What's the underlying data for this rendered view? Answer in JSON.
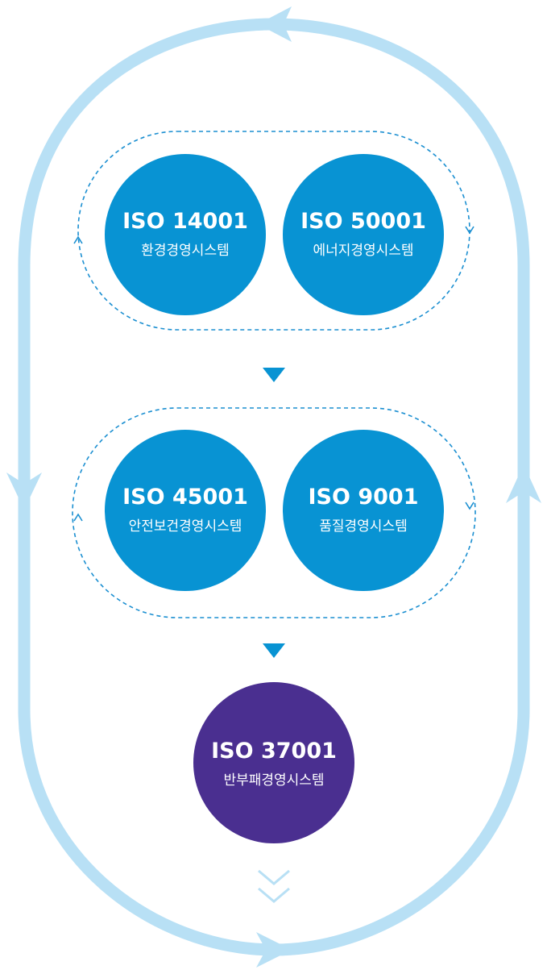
{
  "colors": {
    "cycle_ring": "#b8e0f5",
    "dashed_loop": "#1b8fd1",
    "node_blue": "#0893d3",
    "node_purple": "#4a2f90",
    "step_arrow": "#0893d3",
    "chevron": "#b8e0f5"
  },
  "groups": [
    {
      "nodes": [
        {
          "title": "ISO 14001",
          "subtitle": "환경경영시스템"
        },
        {
          "title": "ISO 50001",
          "subtitle": "에너지경영시스템"
        }
      ]
    },
    {
      "nodes": [
        {
          "title": "ISO 45001",
          "subtitle": "안전보건경영시스템"
        },
        {
          "title": "ISO 9001",
          "subtitle": "품질경영시스템"
        }
      ]
    }
  ],
  "final": {
    "title": "ISO 37001",
    "subtitle": "반부패경영시스템"
  },
  "icons": {
    "cycle": "circular-cycle-arrows",
    "step": "triangle-down-icon",
    "more": "double-chevron-down-icon"
  }
}
